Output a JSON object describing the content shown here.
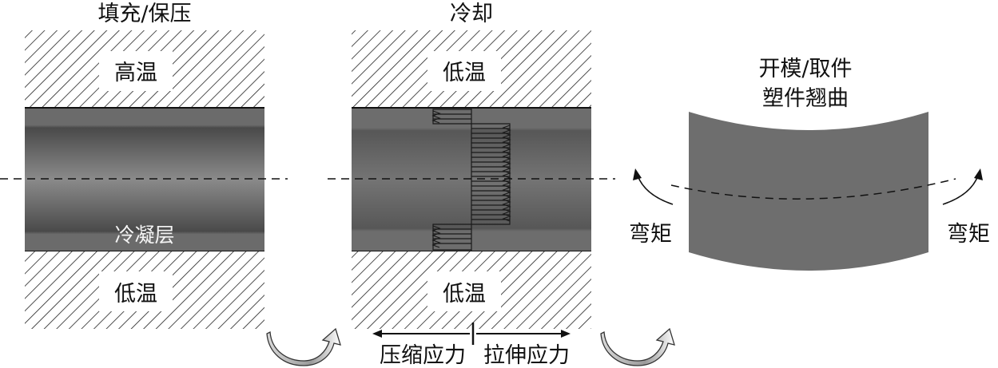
{
  "stages": [
    {
      "title": "填充/保压",
      "mold_top_label": "高温",
      "mold_bottom_label": "低温",
      "layer_label": "冷凝层"
    },
    {
      "title": "冷却",
      "mold_top_label": "低温",
      "mold_bottom_label": "低温"
    },
    {
      "title_line1": "开模/取件",
      "title_line2": "塑件翘曲",
      "moment_left": "弯矩",
      "moment_right": "弯矩"
    }
  ],
  "stress_legend": {
    "compressive": "压缩应力",
    "tensile": "拉伸应力"
  },
  "colors": {
    "part_dark": "#4a4a4a",
    "part_mid": "#6e6e6e",
    "part_light": "#8c8c8c",
    "hatch": "#222222",
    "arrow_fill": "#bdbdbd"
  }
}
